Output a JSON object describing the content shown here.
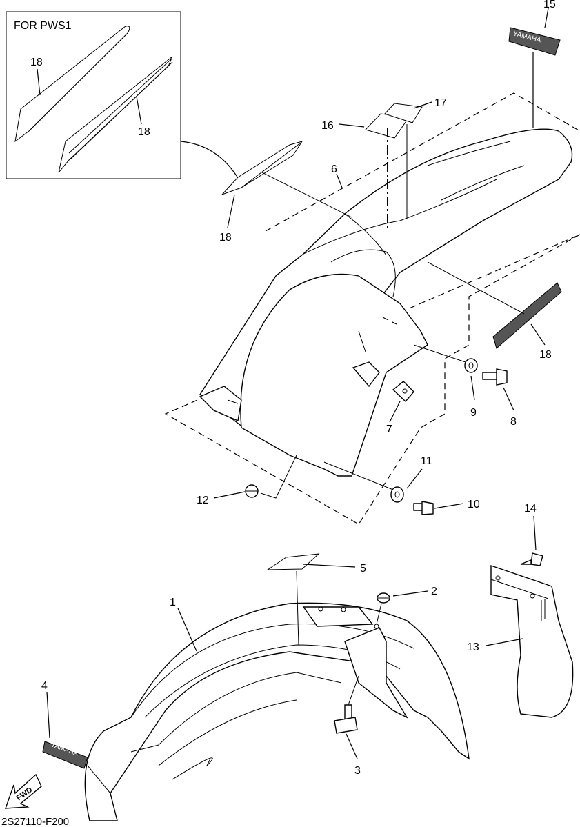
{
  "inset": {
    "title": "FOR PWS1"
  },
  "callouts": {
    "c1": "1",
    "c2": "2",
    "c3": "3",
    "c4": "4",
    "c5": "5",
    "c6": "6",
    "c7": "7",
    "c8": "8",
    "c9": "9",
    "c10": "10",
    "c11": "11",
    "c12": "12",
    "c13": "13",
    "c14": "14",
    "c15": "15",
    "c16": "16",
    "c17": "17",
    "c18_inset_a": "18",
    "c18_inset_b": "18",
    "c18_left": "18",
    "c18_right": "18"
  },
  "decals": {
    "front_fender": "YAMAHA",
    "top_emblem": "YAMAHA",
    "side_graphic": "YAMAHA"
  },
  "fwd_arrow": "FWD",
  "diagram_code": "2S27110-F200"
}
